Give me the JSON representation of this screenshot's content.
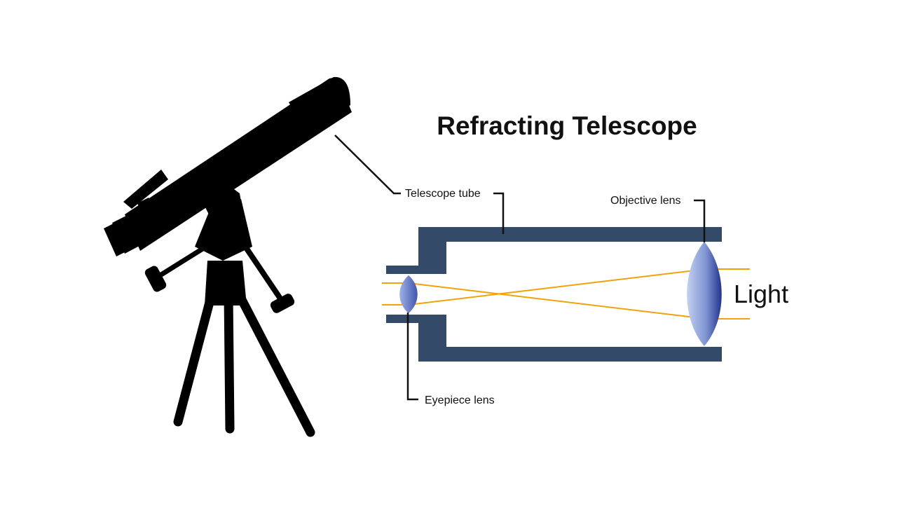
{
  "title": "Refracting Telescope",
  "labels": {
    "telescope_tube": "Telescope tube",
    "objective_lens": "Objective lens",
    "eyepiece_lens": "Eyepiece lens",
    "light": "Light"
  },
  "colors": {
    "tube": "#344a69",
    "light_ray": "#f0a30a",
    "lens_dark": "#22338f",
    "lens_light": "#b8c9ec",
    "silhouette": "#000000",
    "text": "#111111"
  },
  "icons": {
    "silhouette": "telescope-tripod-silhouette"
  }
}
